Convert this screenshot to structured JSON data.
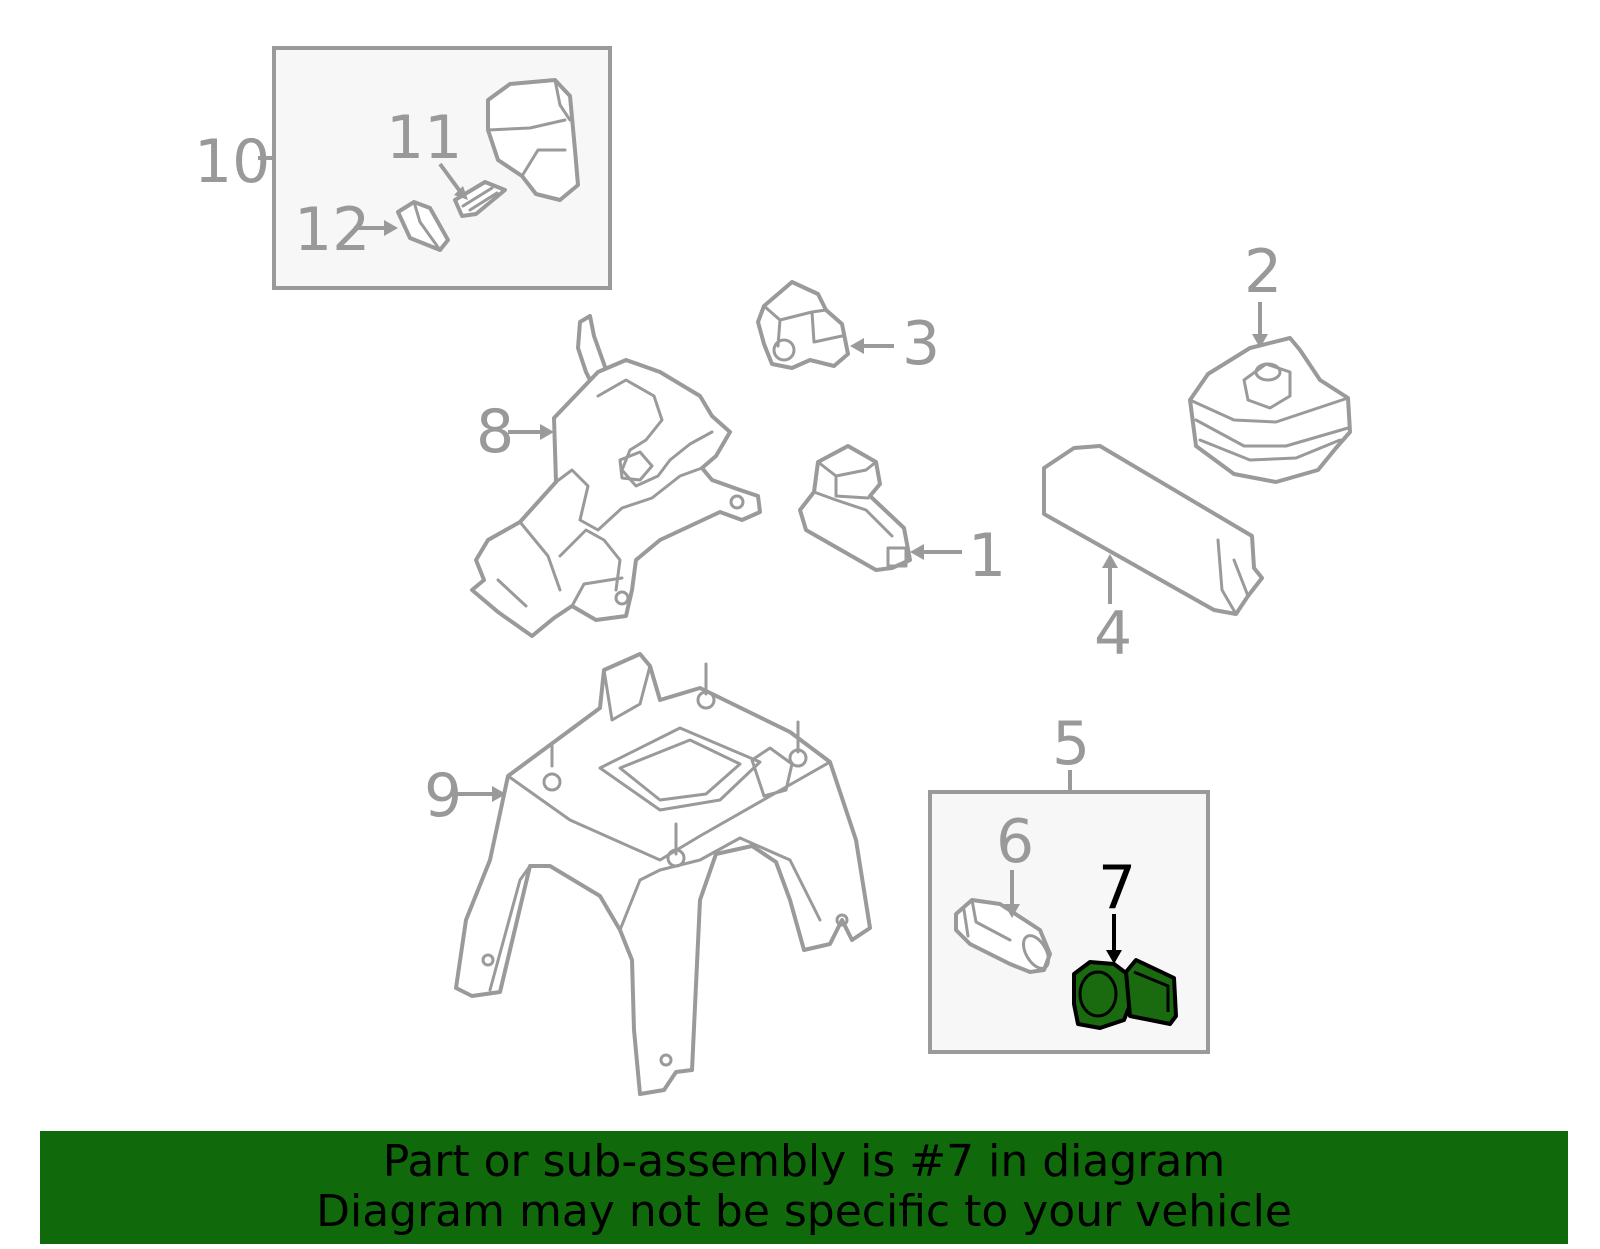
{
  "callouts": {
    "c1": "1",
    "c2": "2",
    "c3": "3",
    "c4": "4",
    "c5": "5",
    "c6": "6",
    "c7": "7",
    "c8": "8",
    "c9": "9",
    "c10": "10",
    "c11": "11",
    "c12": "12"
  },
  "highlight": {
    "part_number": "7",
    "color": "#1a6a0f"
  },
  "banner": {
    "line1": "Part or sub-assembly is #7 in diagram",
    "line2": "Diagram may not be specific to your vehicle",
    "background": "#106a0c"
  }
}
